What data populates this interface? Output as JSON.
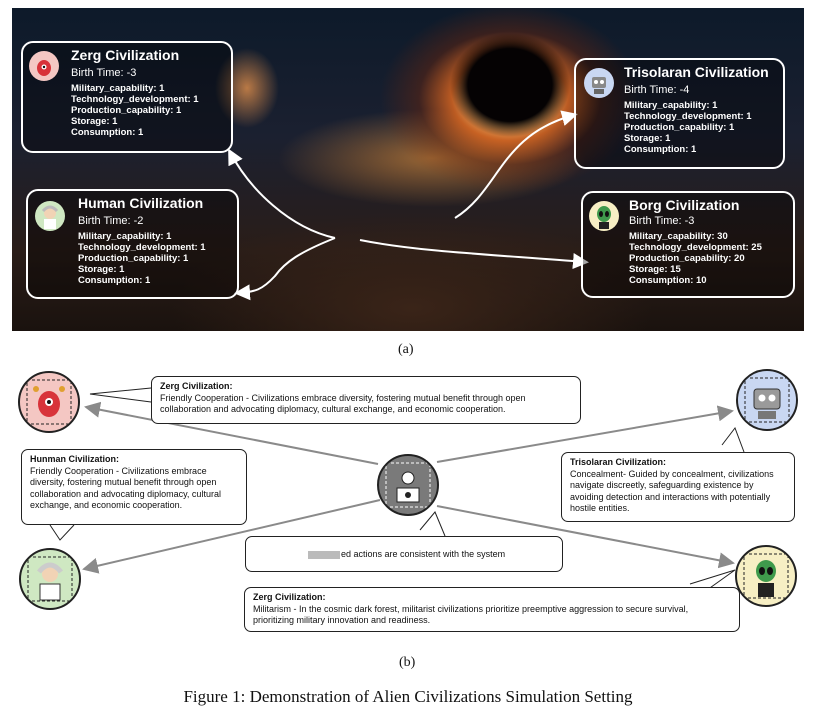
{
  "panel_a": {
    "cards": [
      {
        "name": "Zerg Civilization",
        "birth": "Birth Time: -3",
        "stats": "Military_capability: 1\nTechnology_development: 1\nProduction_capability: 1\nStorage: 1\nConsumption: 1"
      },
      {
        "name": "Human Civilization",
        "birth": "Birth Time: -2",
        "stats": "Military_capability: 1\nTechnology_development: 1\nProduction_capability: 1\nStorage: 1\nConsumption: 1"
      },
      {
        "name": "Trisolaran Civilization",
        "birth": "Birth Time: -4",
        "stats": "Military_capability: 1\nTechnology_development: 1\nProduction_capability: 1\nStorage: 1\nConsumption: 1"
      },
      {
        "name": "Borg Civilization",
        "birth": "Birth Time: -3",
        "stats": "Military_capability: 30\nTechnology_development: 25\nProduction_capability: 20\nStorage: 15\nConsumption: 10"
      }
    ],
    "caption": "(a)"
  },
  "panel_b": {
    "bubbles": [
      {
        "head": "Zerg Civilization:",
        "body": "Friendly Cooperation - Civilizations embrace diversity, fostering mutual benefit through open collaboration and advocating diplomacy, cultural exchange, and economic cooperation."
      },
      {
        "head": "Hunman Civilization:",
        "body": "Friendly Cooperation - Civilizations embrace diversity, fostering mutual benefit through open collaboration and advocating diplomacy, cultural exchange, and economic cooperation."
      },
      {
        "head": "Trisolaran Civilization:",
        "body": "Concealment- Guided by concealment, civilizations navigate discreetly, safeguarding existence by avoiding detection and interactions with potentially hostile entities."
      },
      {
        "head": "",
        "body": "ed actions are consistent with the system"
      },
      {
        "head": "Zerg Civilization:",
        "body": "Militarism - In the cosmic dark forest, militarist civilizations prioritize preemptive aggression to secure survival, prioritizing military innovation and readiness."
      }
    ],
    "caption": "(b)"
  },
  "figure_caption": "Figure 1: Demonstration of Alien Civilizations Simulation Setting",
  "colors": {
    "zerg": "#f4c7c3",
    "trisolaran": "#c9d7f2",
    "human": "#cfe8c2",
    "borg": "#f7efc4",
    "system": "#7a7a7a"
  }
}
